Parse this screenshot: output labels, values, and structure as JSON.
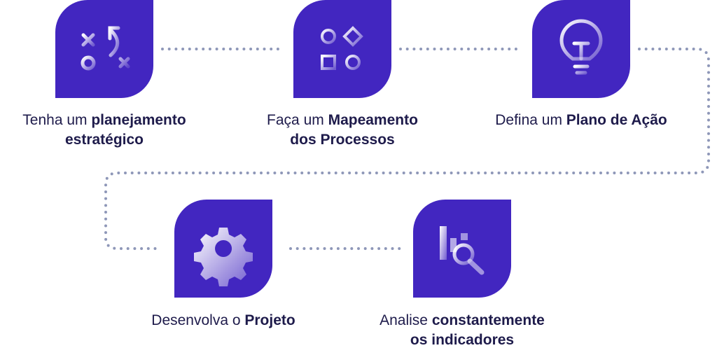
{
  "colors": {
    "tile": "#4226c0",
    "dots": "#8e97b8",
    "text": "#1e1b4b"
  },
  "steps": [
    {
      "icon": "strategy-play-icon",
      "pre": "Tenha um ",
      "bold": "planejamento",
      "line2_pre": "",
      "line2_bold": "estratégico"
    },
    {
      "icon": "process-flow-icon",
      "pre": "Faça um ",
      "bold": "Mapeamento",
      "line2_pre": "",
      "line2_bold": "dos Processos"
    },
    {
      "icon": "lightbulb-icon",
      "pre": "Defina um ",
      "bold": "Plano de Ação",
      "line2_pre": "",
      "line2_bold": ""
    },
    {
      "icon": "gear-icon",
      "pre": "Desenvolva o ",
      "bold": "Projeto",
      "line2_pre": "",
      "line2_bold": ""
    },
    {
      "icon": "chart-search-icon",
      "pre": "Analise ",
      "bold": "constantemente",
      "line2_pre": "",
      "line2_bold": "os indicadores"
    }
  ]
}
